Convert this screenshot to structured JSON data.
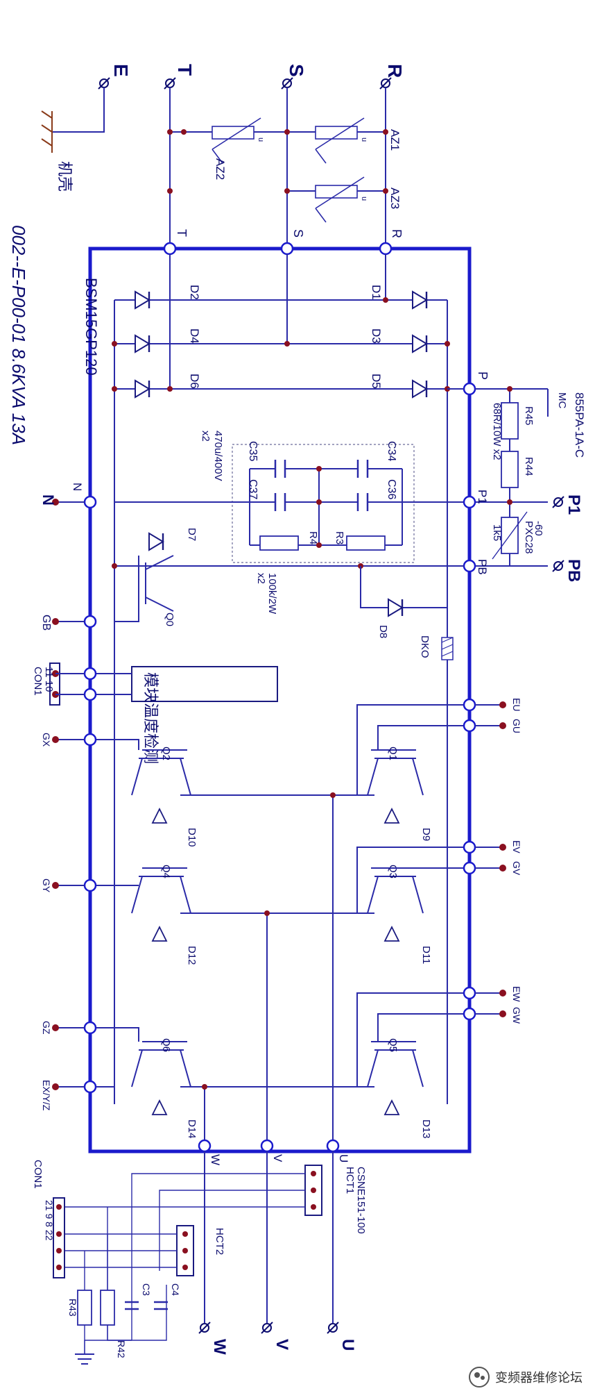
{
  "input_terminals": [
    "R",
    "S",
    "T",
    "E"
  ],
  "chassis_label": "机壳",
  "bus_labels": {
    "r": "R",
    "s": "S",
    "t": "T",
    "n": "N",
    "p": "P",
    "p1": "P1",
    "pb": "PB"
  },
  "varistors": [
    "AZ1",
    "AZ2",
    "AZ3"
  ],
  "rectifier_diodes": [
    "D1",
    "D2",
    "D3",
    "D4",
    "D5",
    "D6"
  ],
  "module_name": "BSM15GP120",
  "drawing_no": "002--E-P00-01 8.6KVA 13A",
  "relay": "855PA-1A-C",
  "relay_contact": "MC",
  "resistors": {
    "r45": "R45",
    "r44": "R44",
    "r45_spec": "68R/10W x2",
    "pxc": "PXC28",
    "pxc_val": "-60",
    "pxc_r": "1k5"
  },
  "capacitors": {
    "c34": "C34",
    "c35": "C35",
    "c36": "C36",
    "c37": "C37",
    "cap_spec": "470u/400V",
    "cap_qty": "x2",
    "r3": "R3",
    "r4": "R4",
    "r_spec": "100k/2W",
    "r_qty": "x2"
  },
  "brake": {
    "d7": "D7",
    "q0": "Q0",
    "d8": "D8",
    "dko": "DKO",
    "gb": "GB"
  },
  "detect_label": "模块温度检测",
  "cn1": {
    "name": "CON1",
    "pins": "11 10"
  },
  "ext_terminals": {
    "p1": "P1",
    "pb": "PB",
    "n": "N"
  },
  "igbts": {
    "q1": "Q1",
    "q2": "Q2",
    "q3": "Q3",
    "q4": "Q4",
    "q5": "Q5",
    "q6": "Q6",
    "d9": "D9",
    "d10": "D10",
    "d11": "D11",
    "d12": "D12",
    "d13": "D13",
    "d14": "D14"
  },
  "gates": {
    "gu": "GU",
    "eu": "EU",
    "gv": "GV",
    "ev": "EV",
    "gw": "GW",
    "ew": "EW",
    "gx": "GX",
    "gy": "GY",
    "gz": "GZ",
    "exyz": "EX/Y/Z"
  },
  "outputs": {
    "u": "U",
    "v": "V",
    "w": "W"
  },
  "current_sensors": {
    "hct1": "HCT1",
    "hct1_spec": "CSNE151-100",
    "hct2": "HCT2"
  },
  "cn2": {
    "name": "CON1",
    "pins": "21 9 8   22"
  },
  "output_passives": {
    "c3": "C3",
    "c4": "C4",
    "r43": "R43",
    "r42": "R42"
  },
  "watermark": "变频器维修论坛"
}
